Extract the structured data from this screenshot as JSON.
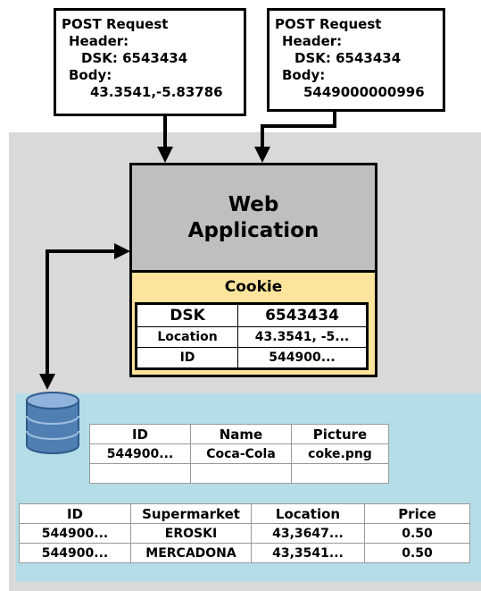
{
  "requests": [
    {
      "title": "POST Request",
      "header_label": "Header:",
      "header_value": "DSK: 6543434",
      "body_label": "Body:",
      "body_value": "43.3541,-5.83786"
    },
    {
      "title": "POST Request",
      "header_label": "Header:",
      "header_value": "DSK: 6543434",
      "body_label": "Body:",
      "body_value": "5449000000996"
    }
  ],
  "web_app": {
    "line1": "Web",
    "line2": "Application"
  },
  "cookie": {
    "title": "Cookie",
    "rows": [
      {
        "key": "DSK",
        "value": "6543434"
      },
      {
        "key": "Location",
        "value": "43.3541, -5..."
      },
      {
        "key": "ID",
        "value": "544900..."
      }
    ]
  },
  "products_table": {
    "headers": [
      "ID",
      "Name",
      "Picture"
    ],
    "rows": [
      [
        "544900...",
        "Coca-Cola",
        "coke.png"
      ],
      [
        "",
        "",
        ""
      ]
    ]
  },
  "prices_table": {
    "headers": [
      "ID",
      "Supermarket",
      "Location",
      "Price"
    ],
    "rows": [
      [
        "544900...",
        "EROSKI",
        "43,3647...",
        "0.50"
      ],
      [
        "544900...",
        "MERCADONA",
        "43,3541...",
        "0.50"
      ]
    ]
  },
  "colors": {
    "server_bg": "#d9d9d9",
    "webapp_bg": "#bfbfbf",
    "cookie_bg": "#fde49c",
    "db_area_bg": "#b4dde8",
    "db_icon": "#4f7fb3"
  },
  "icons": {
    "database": "database-icon"
  }
}
